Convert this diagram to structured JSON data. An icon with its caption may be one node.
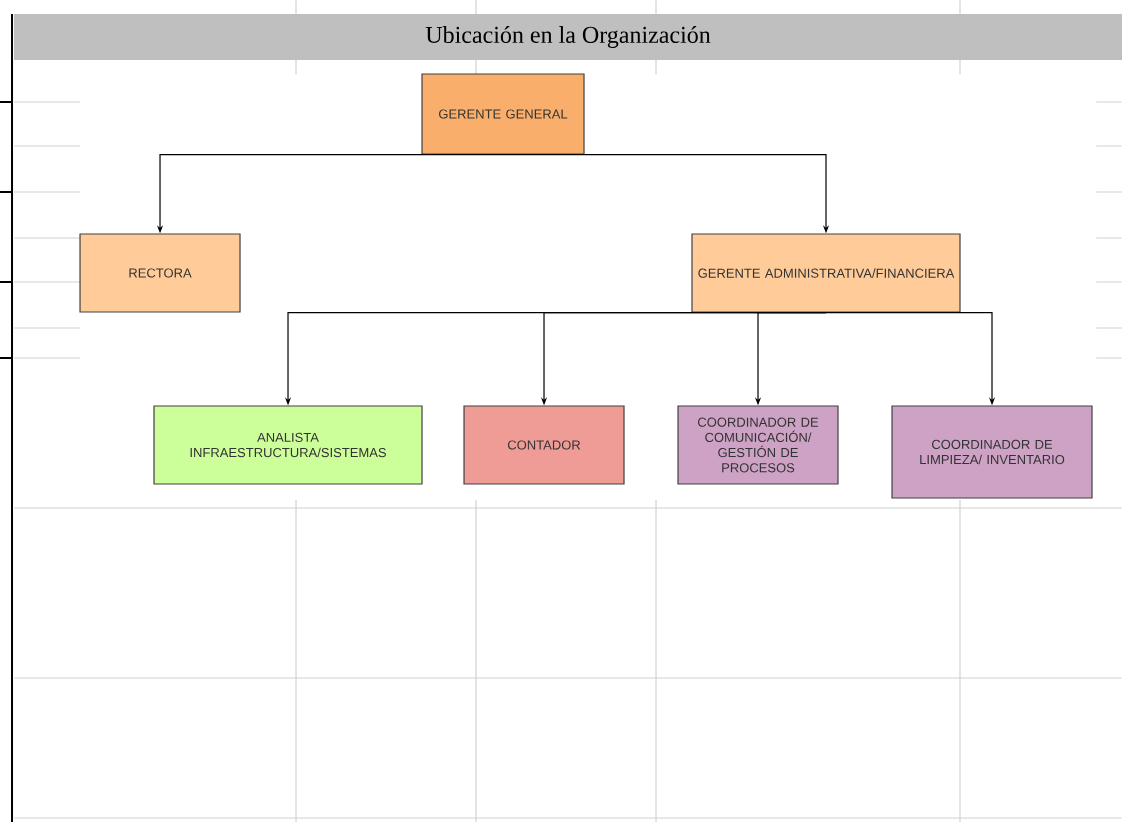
{
  "diagram": {
    "title": "Ubicación en la Organización",
    "nodes": [
      {
        "text": [
          "GERENTE GENERAL"
        ]
      },
      {
        "text": [
          "RECTORA"
        ]
      },
      {
        "text": [
          "GERENTE ADMINISTRATIVA/FINANCIERA"
        ]
      },
      {
        "text": [
          "ANALISTA INFRAESTRUCTURA/SISTEMAS"
        ]
      },
      {
        "text": [
          "CONTADOR"
        ]
      },
      {
        "text": [
          "COORDINADOR DE COMUNICACIÓN/ GESTIÓN DE PROCESOS"
        ]
      },
      {
        "text": [
          "COORDINADOR DE LIMPIEZA/ INVENTARIO"
        ]
      }
    ],
    "edges": [
      {
        "from": 0,
        "to": 1,
        "arrow": "to"
      },
      {
        "from": 0,
        "to": 2,
        "arrow": "to"
      },
      {
        "from": 2,
        "to": 3,
        "arrow": "to"
      },
      {
        "from": 2,
        "to": 4,
        "arrow": "to"
      },
      {
        "from": 2,
        "to": 5,
        "arrow": "to"
      },
      {
        "from": 2,
        "to": 6,
        "arrow": "to"
      }
    ]
  }
}
